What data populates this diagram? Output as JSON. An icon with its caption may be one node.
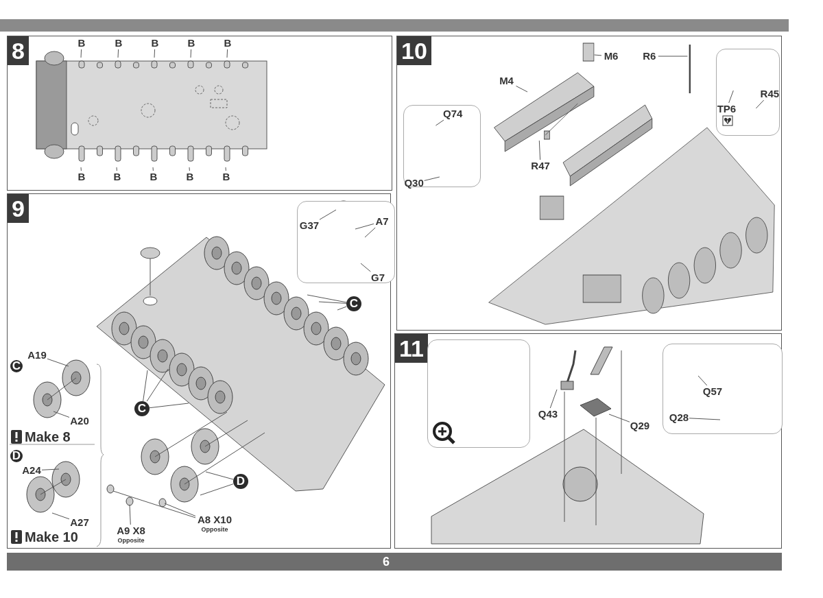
{
  "diagram": {
    "nodes": [
      {
        "text": [
          "8"
        ]
      },
      {
        "text": [
          "B"
        ],
        "in": 0
      },
      {
        "text": [
          "B"
        ],
        "in": 0
      },
      {
        "text": [
          "B"
        ],
        "in": 0
      },
      {
        "text": [
          "B"
        ],
        "in": 0
      },
      {
        "text": [
          "B"
        ],
        "in": 0
      },
      {
        "text": [
          "B"
        ],
        "in": 0
      },
      {
        "text": [
          "B"
        ],
        "in": 0
      },
      {
        "text": [
          "B"
        ],
        "in": 0
      },
      {
        "text": [
          "B"
        ],
        "in": 0
      },
      {
        "text": [
          "B"
        ],
        "in": 0
      },
      {
        "text": [
          "10"
        ]
      },
      {
        "text": [],
        "shape": "box",
        "in": 11
      },
      {
        "text": [
          "Q74"
        ],
        "in": 12
      },
      {
        "text": [
          "Q30"
        ],
        "in": 12
      },
      {
        "text": [
          "M4"
        ],
        "in": 11
      },
      {
        "text": [
          "M6"
        ],
        "in": 11
      },
      {
        "text": [
          "R47"
        ],
        "in": 11
      },
      {
        "text": [
          "R6"
        ],
        "in": 11
      },
      {
        "text": [],
        "shape": "box",
        "in": 11
      },
      {
        "text": [
          "TP6"
        ],
        "in": 19
      },
      {
        "text": [
          "R45"
        ],
        "in": 19
      },
      {
        "text": [
          "9"
        ]
      },
      {
        "text": [],
        "shape": "box",
        "in": 22
      },
      {
        "text": [
          "G37"
        ],
        "in": 23
      },
      {
        "text": [
          "A7"
        ],
        "in": 23
      },
      {
        "text": [
          "G7"
        ],
        "in": 23
      },
      {
        "text": [
          "C"
        ],
        "in": 22
      },
      {
        "text": [
          "C"
        ],
        "in": 22
      },
      {
        "text": [
          "D"
        ],
        "in": 22
      },
      {
        "text": [
          "A9 X8",
          "Opposite"
        ],
        "in": 22
      },
      {
        "text": [
          "A8 X10",
          "Opposite"
        ],
        "in": 22
      },
      {
        "text": [
          "C"
        ],
        "in": 22
      },
      {
        "text": [
          "A19"
        ],
        "in": 22
      },
      {
        "text": [
          "A20"
        ],
        "in": 22
      },
      {
        "text": [
          "D"
        ],
        "in": 22
      },
      {
        "text": [
          "A24"
        ],
        "in": 22
      },
      {
        "text": [
          "A27"
        ],
        "in": 22
      },
      {
        "text": [
          "11"
        ]
      },
      {
        "text": [],
        "shape": "box",
        "in": 38
      },
      {
        "text": [
          "Q43"
        ],
        "in": 38
      },
      {
        "text": [
          "Q29"
        ],
        "in": 38
      },
      {
        "text": [],
        "shape": "box",
        "in": 38
      },
      {
        "text": [
          "Q57"
        ],
        "in": 42
      },
      {
        "text": [
          "Q28"
        ],
        "in": 42
      }
    ],
    "edges": [
      {
        "from": 1,
        "to": null,
        "arrow": "none"
      },
      {
        "from": 2,
        "to": null,
        "arrow": "none"
      },
      {
        "from": 3,
        "to": null,
        "arrow": "none"
      },
      {
        "from": 4,
        "to": null,
        "arrow": "none"
      },
      {
        "from": 5,
        "to": null,
        "arrow": "none"
      },
      {
        "from": 6,
        "to": null,
        "arrow": "none"
      },
      {
        "from": 7,
        "to": null,
        "arrow": "none"
      },
      {
        "from": 8,
        "to": null,
        "arrow": "none"
      },
      {
        "from": 9,
        "to": null,
        "arrow": "none"
      },
      {
        "from": 10,
        "to": null,
        "arrow": "none"
      },
      {
        "from": 13,
        "to": null,
        "arrow": "none"
      },
      {
        "from": 14,
        "to": null,
        "arrow": "none"
      },
      {
        "from": 15,
        "to": null,
        "arrow": "none"
      },
      {
        "from": 16,
        "to": null,
        "arrow": "none"
      },
      {
        "from": 17,
        "to": null,
        "arrow": "none"
      },
      {
        "from": 18,
        "to": null,
        "arrow": "none"
      },
      {
        "from": 20,
        "to": null,
        "arrow": "none"
      },
      {
        "from": 21,
        "to": null,
        "arrow": "none"
      },
      {
        "from": 24,
        "to": null,
        "arrow": "none"
      },
      {
        "from": 25,
        "to": null,
        "arrow": "none"
      },
      {
        "from": 25,
        "to": null,
        "arrow": "none"
      },
      {
        "from": 26,
        "to": null,
        "arrow": "none"
      },
      {
        "from": 27,
        "to": null,
        "arrow": "none"
      },
      {
        "from": 27,
        "to": null,
        "arrow": "none"
      },
      {
        "from": 27,
        "to": null,
        "arrow": "none"
      },
      {
        "from": 28,
        "to": null,
        "arrow": "none"
      },
      {
        "from": 28,
        "to": null,
        "arrow": "none"
      },
      {
        "from": 28,
        "to": null,
        "arrow": "none"
      },
      {
        "from": 29,
        "to": null,
        "arrow": "none"
      },
      {
        "from": 29,
        "to": null,
        "arrow": "none"
      },
      {
        "from": 30,
        "to": null,
        "arrow": "none"
      },
      {
        "from": 31,
        "to": null,
        "arrow": "none"
      },
      {
        "from": 31,
        "to": null,
        "arrow": "none"
      },
      {
        "from": 33,
        "to": null,
        "arrow": "none"
      },
      {
        "from": 34,
        "to": null,
        "arrow": "none"
      },
      {
        "from": 36,
        "to": null,
        "arrow": "none"
      },
      {
        "from": 37,
        "to": null,
        "arrow": "none"
      },
      {
        "from": 40,
        "to": null,
        "arrow": "none"
      },
      {
        "from": 41,
        "to": null,
        "arrow": "none"
      },
      {
        "from": 43,
        "to": null,
        "arrow": "none"
      },
      {
        "from": 44,
        "to": null,
        "arrow": "none"
      }
    ],
    "labels": [
      "Make 8",
      "Make 10",
      "6"
    ]
  }
}
